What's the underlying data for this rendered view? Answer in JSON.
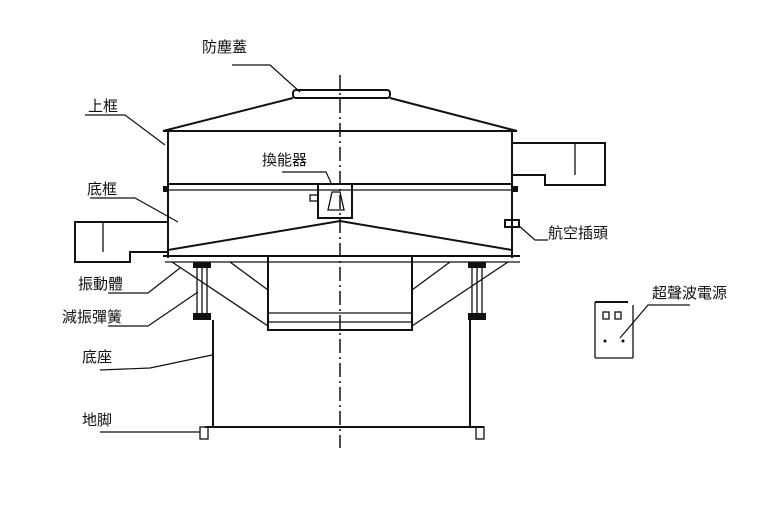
{
  "diagram": {
    "labels": {
      "dust_cover": "防塵蓋",
      "upper_frame": "上框",
      "transducer": "換能器",
      "bottom_frame": "底框",
      "aviation_plug": "航空插頭",
      "vibrating_body": "振動體",
      "damping_spring": "減振彈簧",
      "base": "底座",
      "foot": "地脚",
      "ultrasonic_power": "超聲波電源"
    }
  }
}
